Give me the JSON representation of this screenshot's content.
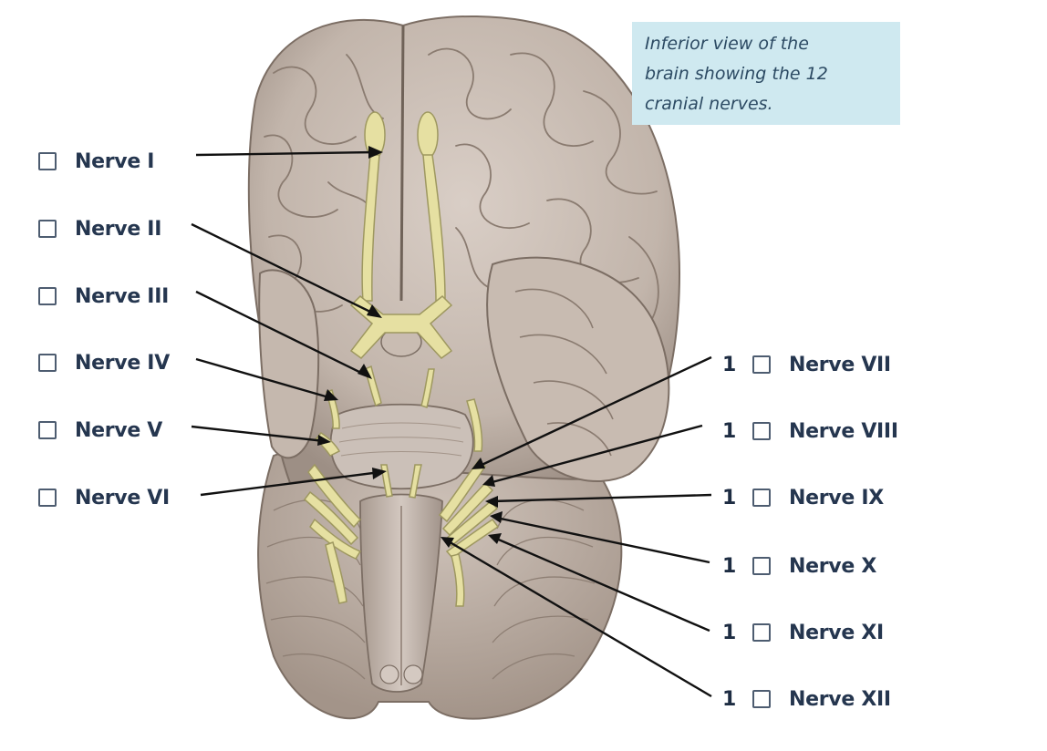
{
  "caption": "Inferior view of the brain showing the 12 cranial nerves.",
  "caption_lines": [
    "Inferior view of the",
    "brain showing the 12",
    "cranial nerves."
  ],
  "left_labels": [
    {
      "label": "Nerve I"
    },
    {
      "label": "Nerve II"
    },
    {
      "label": "Nerve III"
    },
    {
      "label": "Nerve IV"
    },
    {
      "label": "Nerve V"
    },
    {
      "label": "Nerve VI"
    }
  ],
  "right_labels": [
    {
      "number": "1",
      "label": "Nerve VII"
    },
    {
      "number": "1",
      "label": "Nerve VIII"
    },
    {
      "number": "1",
      "label": "Nerve IX"
    },
    {
      "number": "1",
      "label": "Nerve X"
    },
    {
      "number": "1",
      "label": "Nerve XI"
    },
    {
      "number": "1",
      "label": "Nerve XII"
    }
  ],
  "colors": {
    "brain": "#c9bdb4",
    "brain_shadow": "#8c7d72",
    "nerve": "#e6e0a2",
    "caption_bg": "#cfe9f0",
    "label_text": "#25364f",
    "leader_line": "#111111"
  }
}
